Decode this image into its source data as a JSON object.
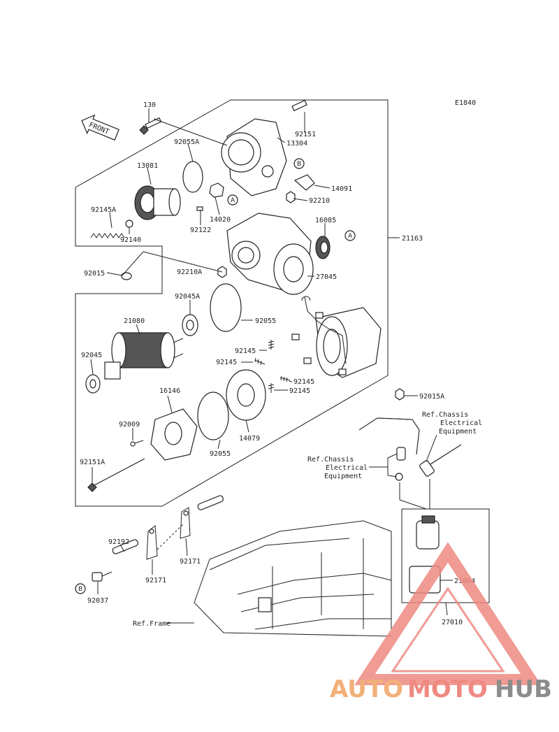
{
  "diagram_code": "E1840",
  "front_label": "FRONT",
  "parts": {
    "p130": "130",
    "p92151": "92151",
    "p13304": "13304",
    "p92055A": "92055A",
    "p13081": "13081",
    "p14091": "14091",
    "p92210": "92210",
    "p92145A": "92145A",
    "p92140": "92140",
    "p92122": "92122",
    "p14020": "14020",
    "p16085": "16085",
    "p21163": "21163",
    "p92015": "92015",
    "p92210A": "92210A",
    "p27045": "27045",
    "p92045A": "92045A",
    "p21080": "21080",
    "p92055_a": "92055",
    "p92045": "92045",
    "p92145_a": "92145",
    "p92145_b": "92145",
    "p92145_c": "92145",
    "p92145_d": "92145",
    "p16146": "16146",
    "p92009": "92009",
    "p92055_b": "92055",
    "p14079": "14079",
    "p92151A": "92151A",
    "p92015A": "92015A",
    "p92192": "92192",
    "p92171_a": "92171",
    "p92171_b": "92171",
    "p92037": "92037",
    "p21064": "21064",
    "p27010": "27010"
  },
  "refs": {
    "chassis_a": [
      "Ref.Chassis",
      "Electrical",
      "Equipment"
    ],
    "chassis_b": [
      "Ref.Chassis",
      "Electrical",
      "Equipment"
    ],
    "frame": "Ref.Frame"
  },
  "callouts": {
    "A1": "A",
    "A2": "A",
    "B1": "B",
    "B2": "B"
  },
  "watermark": {
    "auto": "AUTO",
    "moto": "MOTO",
    "hub": "HUB",
    "colors": {
      "auto": "#f2b07a",
      "moto": "#ee8a82",
      "hub": "#8c8c8c",
      "triangle": "#ee8a82"
    }
  }
}
